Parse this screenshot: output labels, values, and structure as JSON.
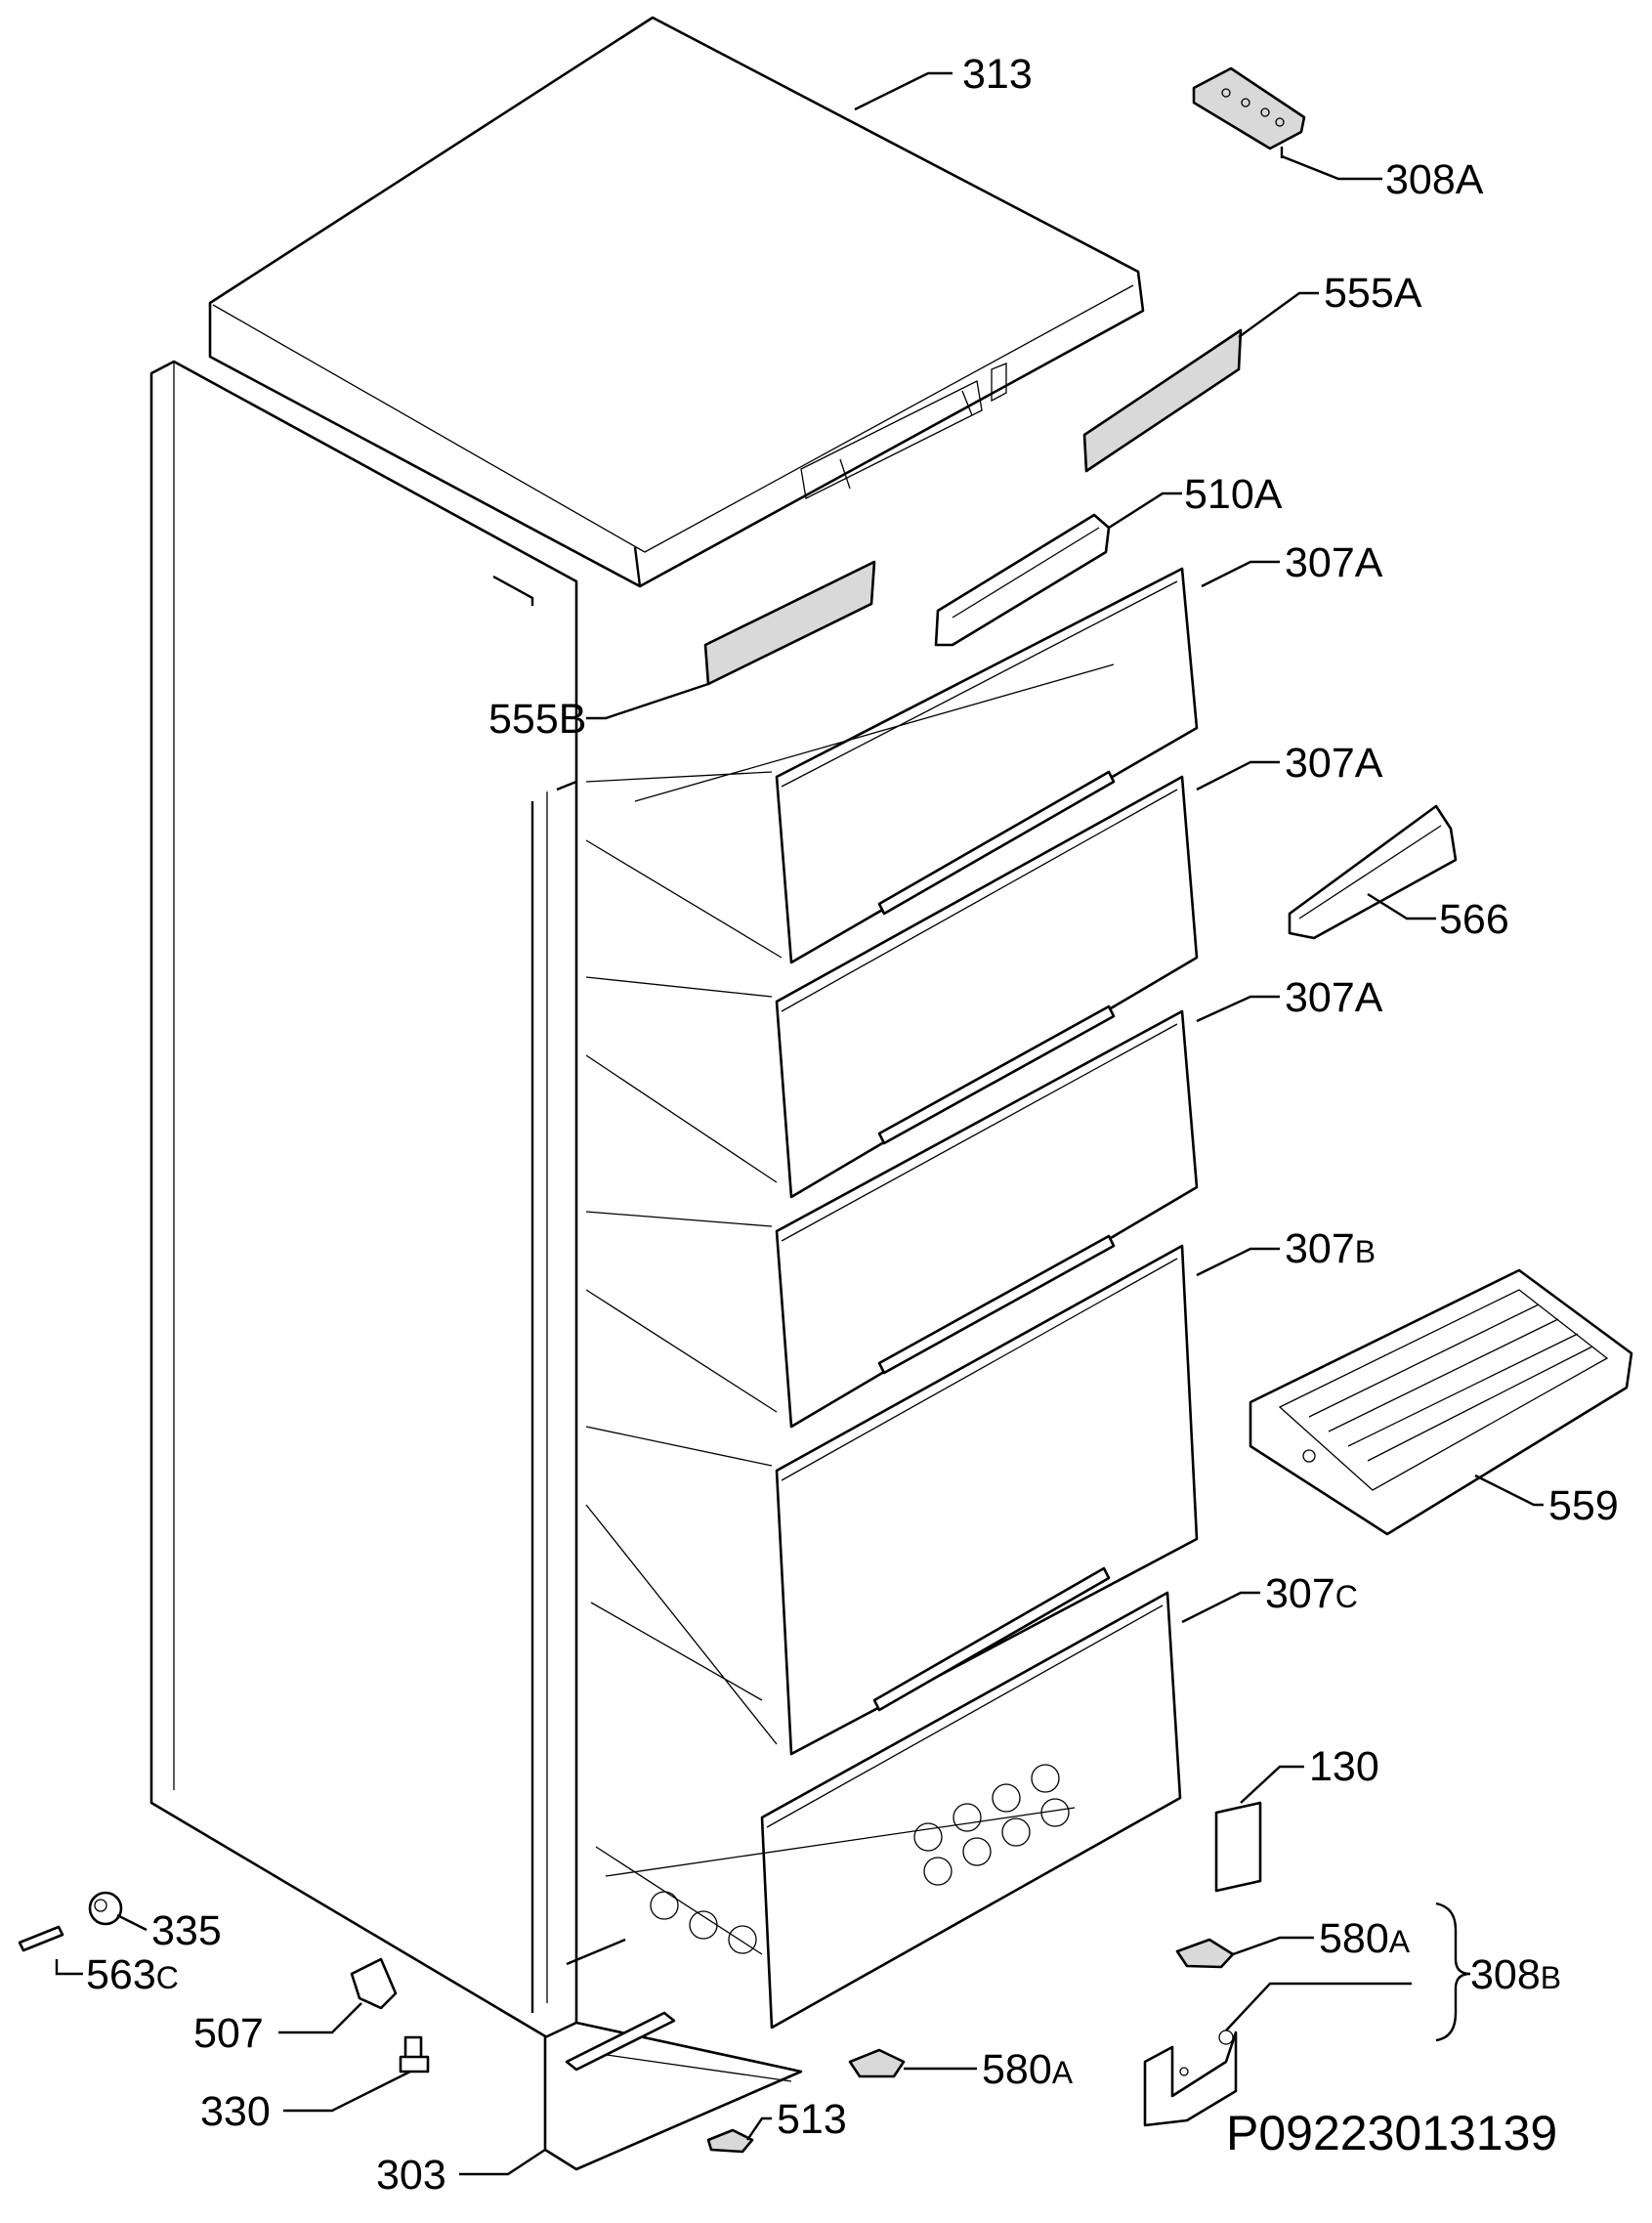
{
  "diagram": {
    "reference": "P09223013139",
    "callouts": {
      "c313": "313",
      "c308A": "308A",
      "c555A": "555A",
      "c510A": "510A",
      "c307A_1": "307A",
      "c555B": "555B",
      "c307A_2": "307A",
      "c566": "566",
      "c307A_3": "307A",
      "c307B_main": "307",
      "c307B_suffix": "B",
      "c559": "559",
      "c307C_main": "307",
      "c307C_suffix": "C",
      "c130": "130",
      "c335": "335",
      "c563C_main": "563",
      "c563C_suffix": "C",
      "c580A_1_main": "580",
      "c580A_1_suffix": "A",
      "c308B_main": "308",
      "c308B_suffix": "B",
      "c507": "507",
      "c580A_2_main": "580",
      "c580A_2_suffix": "A",
      "c330": "330",
      "c513": "513",
      "c303": "303"
    }
  }
}
